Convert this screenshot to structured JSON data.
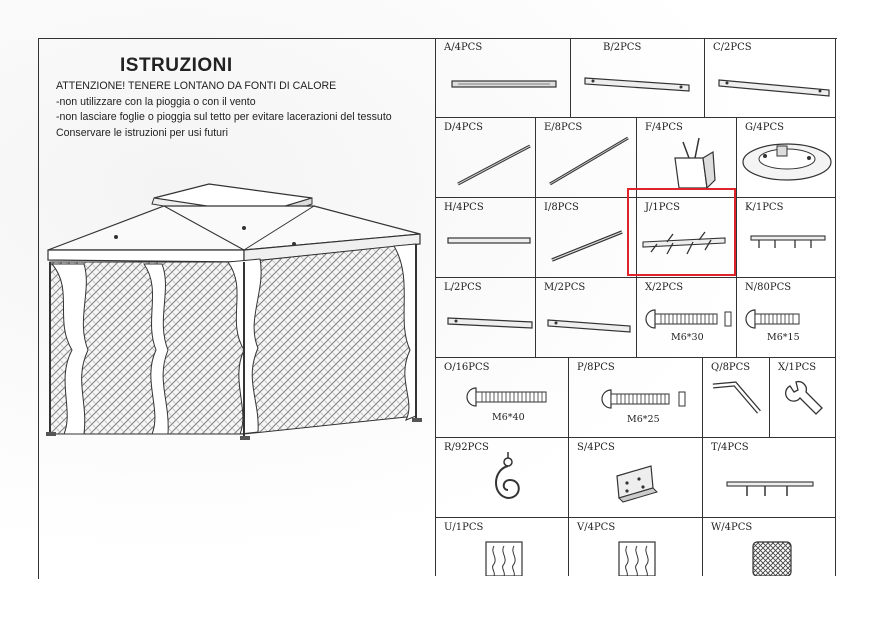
{
  "instructions": {
    "title": "ISTRUZIONI",
    "lines": [
      "ATTENZIONE! TENERE LONTANO DA FONTI DI CALORE",
      "-non utilizzare con la pioggia o con il vento",
      "-non lasciare foglie o pioggia sul tetto per evitare lacerazioni del tessuto",
      "Conservare le istruzioni per usi futuri"
    ]
  },
  "parts": {
    "A": "A/4PCS",
    "B": "B/2PCS",
    "C": "C/2PCS",
    "D": "D/4PCS",
    "E": "E/8PCS",
    "F": "F/4PCS",
    "G": "G/4PCS",
    "H": "H/4PCS",
    "I": "I/8PCS",
    "J": "J/1PCS",
    "K": "K/1PCS",
    "L": "L/2PCS",
    "M": "M/2PCS",
    "X2": "X/2PCS",
    "N": "N/80PCS",
    "O": "O/16PCS",
    "P": "P/8PCS",
    "Q": "Q/8PCS",
    "X1": "X/1PCS",
    "R": "R/92PCS",
    "S": "S/4PCS",
    "T": "T/4PCS",
    "U": "U/1PCS",
    "V": "V/4PCS",
    "W": "W/4PCS"
  },
  "sizes": {
    "X2": "M6*30",
    "N": "M6*15",
    "O": "M6*40",
    "P": "M6*25"
  },
  "highlight_color": "#e0222b"
}
